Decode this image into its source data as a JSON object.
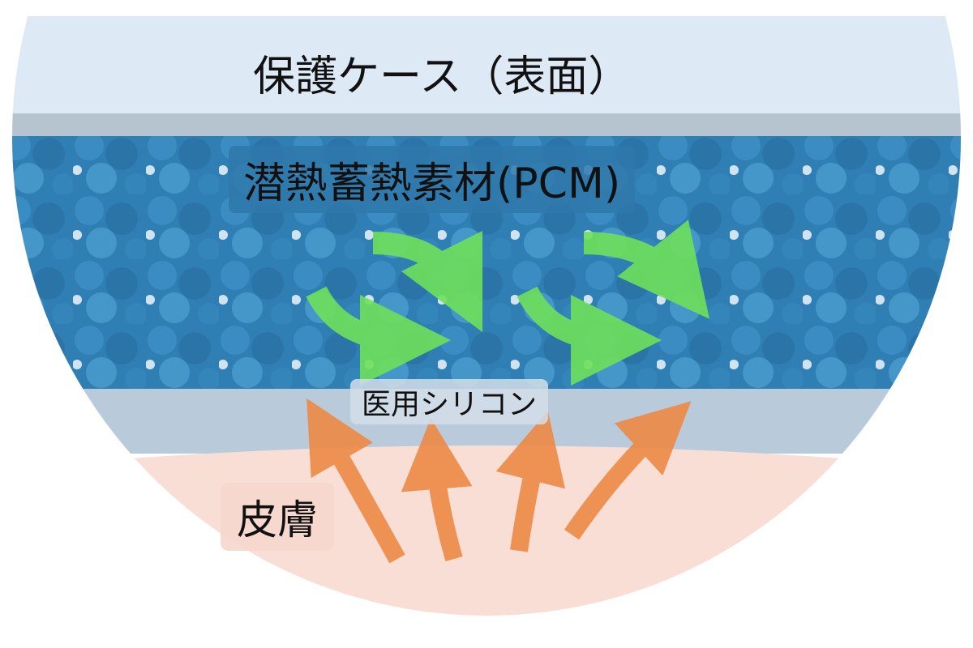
{
  "layers": {
    "case": "保護ケース（表面）",
    "pcm": "潜熱蓄熱素材(PCM)",
    "silicone": "医用シリコン",
    "skin": "皮膚"
  },
  "colors": {
    "case": "#dde9f5",
    "pcm": "#2f7fb5",
    "silicone": "#b9cbdb",
    "skin": "#f8ded5",
    "green_arrow": "#6ee05a",
    "orange_arrow": "#ee8a45"
  }
}
